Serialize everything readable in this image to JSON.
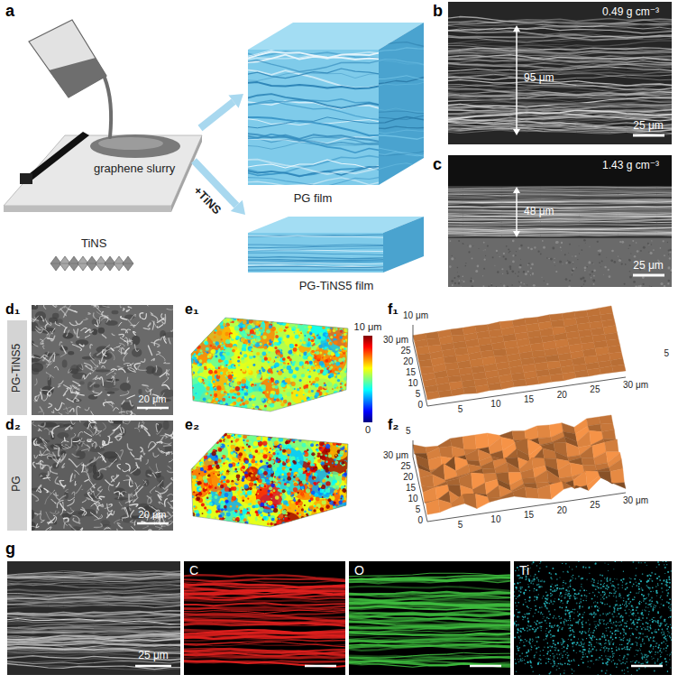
{
  "diagram": {
    "nodes": [
      {
        "text": [
          "PG-TiNS5"
        ]
      },
      {
        "text": [
          "PG"
        ]
      }
    ],
    "labels": [
      "a",
      "graphene slurry",
      "TiNS",
      "+TiNS",
      "PG film",
      "PG-TiNS5 film",
      "b",
      "0.49 g cm⁻³",
      "95 μm",
      "25 μm",
      "c",
      "1.43 g cm⁻³",
      "48 μm",
      "25 μm",
      "d₁",
      "20 μm",
      "d₂",
      "20 μm",
      "e₁",
      "e₂",
      "10 μm",
      "0",
      "f₁",
      "f₂",
      "10 μm",
      "30 μm",
      "25",
      "20",
      "15",
      "10",
      "5",
      "0",
      "5",
      "10",
      "15",
      "20",
      "25",
      "30 μm",
      "5",
      "5",
      "30 μm",
      "25",
      "20",
      "15",
      "10",
      "5",
      "0",
      "5",
      "10",
      "15",
      "20",
      "25",
      "30 μm",
      "g",
      "25 μm",
      "C",
      "O",
      "Ti"
    ]
  }
}
